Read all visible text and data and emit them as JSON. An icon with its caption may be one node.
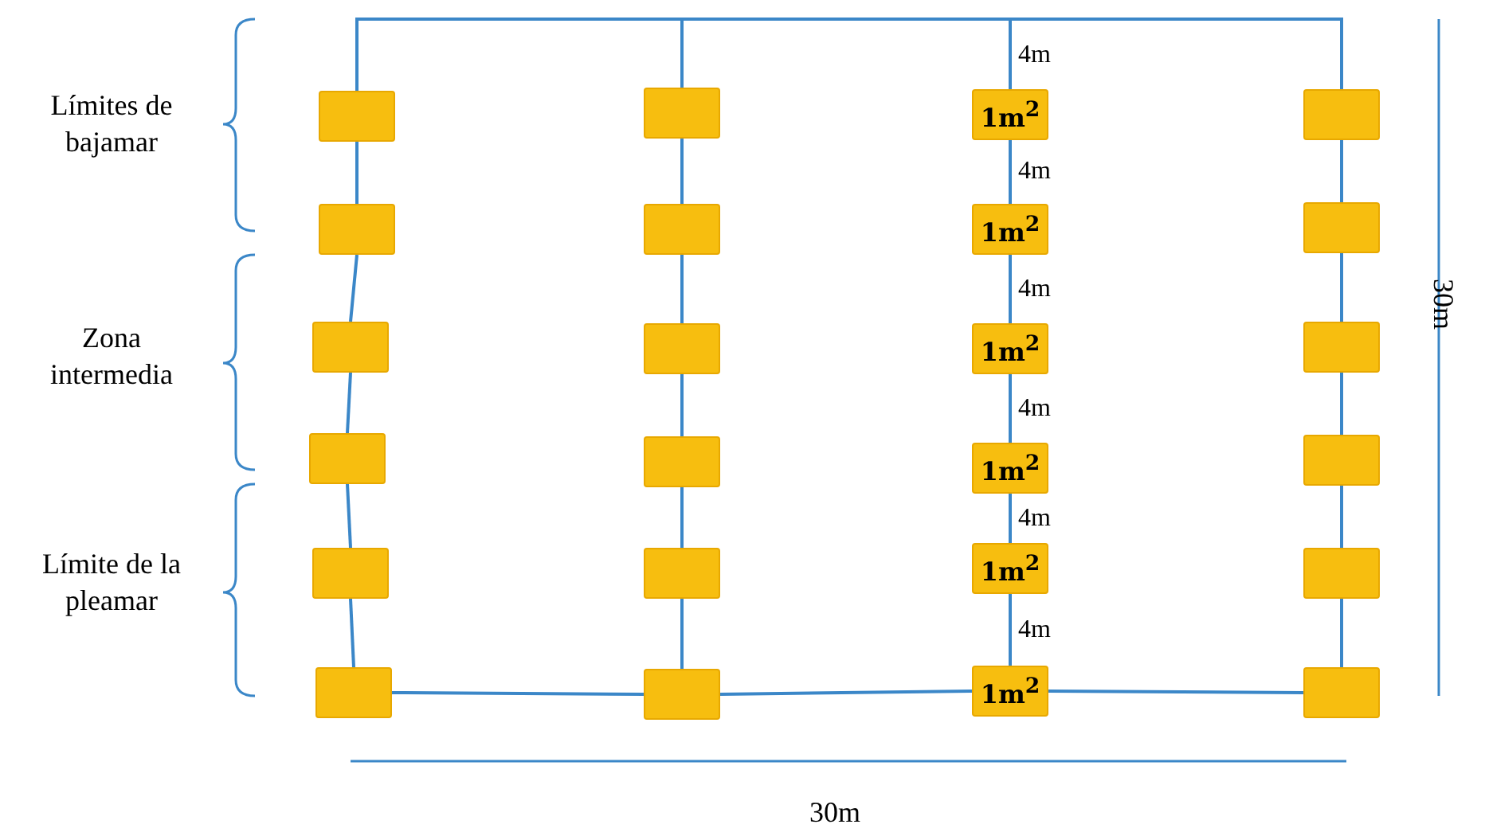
{
  "diagram": {
    "nodes": [
      {
        "text": [],
        "shape": "box"
      },
      {
        "text": [],
        "shape": "box"
      },
      {
        "text": [
          "1m$^{2}$"
        ]
      },
      {
        "text": [],
        "shape": "box"
      },
      {
        "text": [],
        "shape": "box"
      },
      {
        "text": [],
        "shape": "box"
      },
      {
        "text": [
          "1m$^{2}$"
        ]
      },
      {
        "text": [],
        "shape": "box"
      },
      {
        "text": [],
        "shape": "box"
      },
      {
        "text": [],
        "shape": "box"
      },
      {
        "text": [
          "1m$^{2}$"
        ]
      },
      {
        "text": [],
        "shape": "box"
      },
      {
        "text": [],
        "shape": "box"
      },
      {
        "text": [],
        "shape": "box"
      },
      {
        "text": [
          "1m$^{2}$"
        ]
      },
      {
        "text": [],
        "shape": "box"
      },
      {
        "text": [],
        "shape": "box"
      },
      {
        "text": [],
        "shape": "box"
      },
      {
        "text": [
          "1m$^{2}$"
        ]
      },
      {
        "text": [],
        "shape": "box"
      },
      {
        "text": [],
        "shape": "box"
      },
      {
        "text": [],
        "shape": "box"
      },
      {
        "text": [
          "1m$^{2}$"
        ]
      },
      {
        "text": [],
        "shape": "box"
      }
    ],
    "edges": [
      {
        "from": 0,
        "to": 4,
        "arrow": "none"
      },
      {
        "from": 4,
        "to": 8,
        "arrow": "none"
      },
      {
        "from": 8,
        "to": 12,
        "arrow": "none"
      },
      {
        "from": 12,
        "to": 16,
        "arrow": "none"
      },
      {
        "from": 16,
        "to": 20,
        "arrow": "none"
      },
      {
        "from": 1,
        "to": 5,
        "arrow": "none"
      },
      {
        "from": 5,
        "to": 9,
        "arrow": "none"
      },
      {
        "from": 9,
        "to": 13,
        "arrow": "none"
      },
      {
        "from": 13,
        "to": 17,
        "arrow": "none"
      },
      {
        "from": 17,
        "to": 21,
        "arrow": "none"
      },
      {
        "from": 2,
        "to": 6,
        "arrow": "none",
        "label": "4m"
      },
      {
        "from": 6,
        "to": 10,
        "arrow": "none",
        "label": "4m"
      },
      {
        "from": 10,
        "to": 14,
        "arrow": "none",
        "label": "4m"
      },
      {
        "from": 14,
        "to": 18,
        "arrow": "none",
        "label": "4m"
      },
      {
        "from": 18,
        "to": 22,
        "arrow": "none",
        "label": "4m"
      },
      {
        "from": 3,
        "to": 7,
        "arrow": "none"
      },
      {
        "from": 7,
        "to": 11,
        "arrow": "none"
      },
      {
        "from": 11,
        "to": 15,
        "arrow": "none"
      },
      {
        "from": 15,
        "to": 19,
        "arrow": "none"
      },
      {
        "from": 19,
        "to": 23,
        "arrow": "none"
      },
      {
        "from": 20,
        "to": 21,
        "arrow": "none"
      },
      {
        "from": 21,
        "to": 22,
        "arrow": "none"
      },
      {
        "from": 22,
        "to": 23,
        "arrow": "none"
      }
    ],
    "labels": [
      "4m",
      "Límites de bajamar",
      "Zona intermedia",
      "Límite de la pleamar",
      "30m",
      "30m"
    ]
  }
}
